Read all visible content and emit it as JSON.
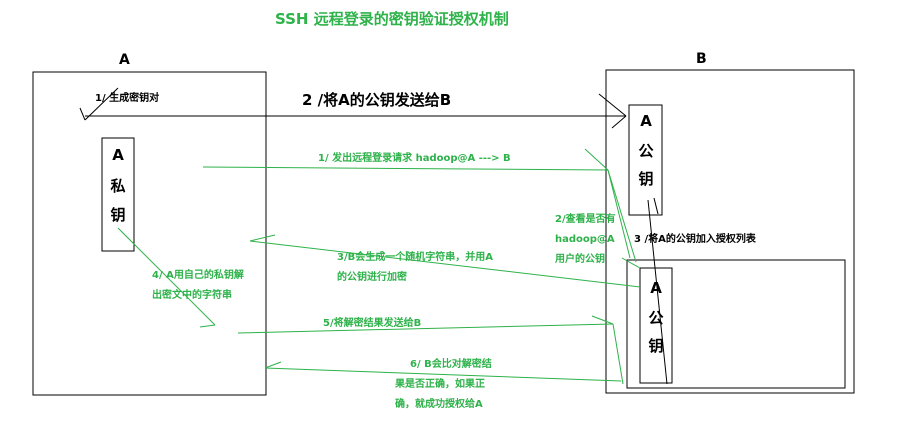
{
  "title": "SSH 远程登录的密钥验证授权机制",
  "hosts": {
    "a": "A",
    "b": "B"
  },
  "private_key": {
    "chars": [
      "A",
      "私",
      "钥"
    ]
  },
  "public_key_b": {
    "chars": [
      "A",
      "公",
      "钥"
    ]
  },
  "public_key_auth": {
    "chars": [
      "A",
      "公",
      "钥"
    ]
  },
  "steps": {
    "s1": "1/ 生成密钥对",
    "s2": "2 /将A的公钥发送给B",
    "s3": "3 /将A的公钥加入授权列表"
  },
  "green_steps": {
    "g1": "1/ 发出远程登录请求   hadoop@A ---> B",
    "g2": [
      "2/查看是否有",
      "hadoop@A",
      "用户的公钥"
    ],
    "g3": [
      "3/B会生成一个随机字符串，并用A",
      "的公钥进行加密"
    ],
    "g4": [
      "4/ A用自己的私钥解",
      "出密文中的字符串"
    ],
    "g5": "5/将解密结果发送给B",
    "g6": [
      "6/  B会比对解密结",
      "果是否正确，如果正",
      "确，就成功授权给A"
    ]
  },
  "colors": {
    "green": "#2eb24a",
    "black": "#000000"
  }
}
